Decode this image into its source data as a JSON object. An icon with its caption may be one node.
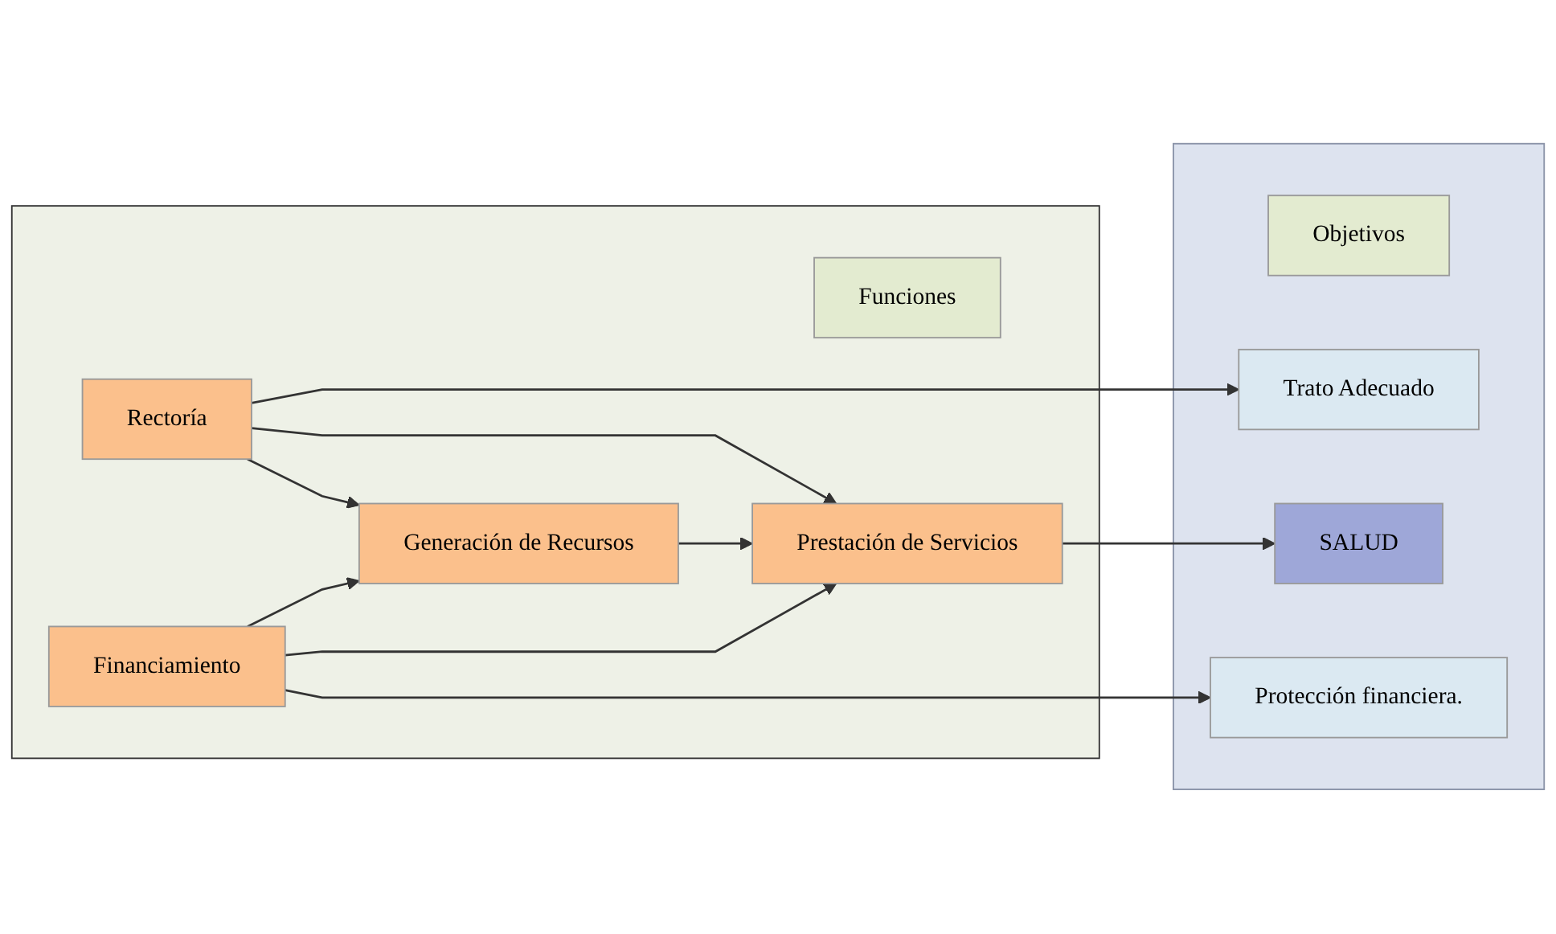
{
  "diagram": {
    "nodes": [
      {
        "text": [],
        "shape": "box"
      },
      {
        "text": [
          "Funciones"
        ],
        "in": 0
      },
      {
        "text": [
          "Rectoría"
        ],
        "in": 0
      },
      {
        "text": [
          "Generación de Recursos"
        ],
        "in": 0
      },
      {
        "text": [
          "Prestación de Servicios"
        ],
        "in": 0
      },
      {
        "text": [
          "Financiamiento"
        ],
        "in": 0
      },
      {
        "text": [],
        "shape": "box"
      },
      {
        "text": [
          "Objetivos"
        ],
        "in": 6
      },
      {
        "text": [
          "Trato Adecuado"
        ],
        "in": 6
      },
      {
        "text": [
          "SALUD"
        ],
        "in": 6
      },
      {
        "text": [
          "Protección financiera."
        ],
        "in": 6
      }
    ],
    "edges": [
      {
        "from": 2,
        "to": 8,
        "arrow": "to"
      },
      {
        "from": 2,
        "to": 4,
        "arrow": "to"
      },
      {
        "from": 2,
        "to": 3,
        "arrow": "to"
      },
      {
        "from": 3,
        "to": 4,
        "arrow": "to"
      },
      {
        "from": 4,
        "to": 9,
        "arrow": "to"
      },
      {
        "from": 5,
        "to": 3,
        "arrow": "to"
      },
      {
        "from": 5,
        "to": 4,
        "arrow": "to"
      },
      {
        "from": 5,
        "to": 10,
        "arrow": "to"
      }
    ]
  }
}
